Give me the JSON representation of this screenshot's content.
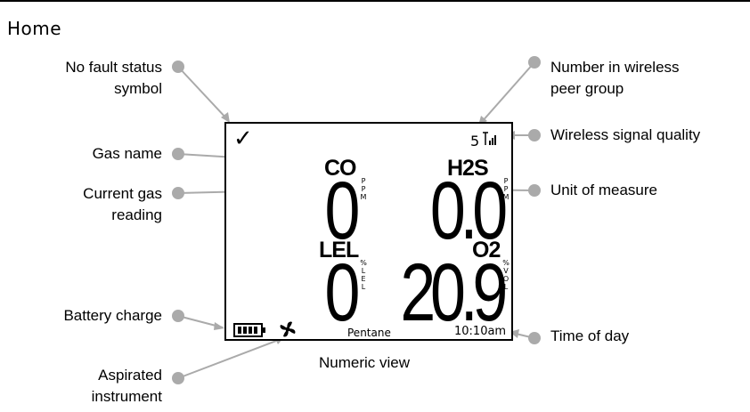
{
  "section_title": "Home",
  "caption": "Numeric view",
  "callouts": {
    "no_fault": [
      "No fault status",
      "symbol"
    ],
    "gas_name": "Gas name",
    "current_reading": [
      "Current gas",
      "reading"
    ],
    "battery": "Battery charge",
    "aspirated": [
      "Aspirated",
      "instrument"
    ],
    "peer_group": [
      "Number in wireless",
      "peer group"
    ],
    "signal": "Wireless signal quality",
    "unit": "Unit of measure",
    "time": "Time of day"
  },
  "screen": {
    "status_symbol": "✓",
    "peer_count": "5",
    "signal_icon": "signal-bars-icon",
    "battery_icon": "battery-icon",
    "pump_icon": "fan-icon",
    "gases": [
      {
        "name": "CO",
        "reading": "0",
        "unit": [
          "P",
          "P",
          "M"
        ]
      },
      {
        "name": "H2S",
        "reading": "0.0",
        "unit": [
          "P",
          "P",
          "M"
        ]
      },
      {
        "name": "LEL",
        "reading": "0",
        "unit": [
          "%",
          "L",
          "E",
          "L"
        ]
      },
      {
        "name": "O2",
        "reading": "20.9",
        "unit": [
          "%",
          "V",
          "O",
          "L"
        ]
      }
    ],
    "combustible": "Pentane",
    "time": "10:10am"
  },
  "colors": {
    "leader": "#aaaaaa",
    "dot": "#aaaaaa",
    "border": "#000000"
  }
}
